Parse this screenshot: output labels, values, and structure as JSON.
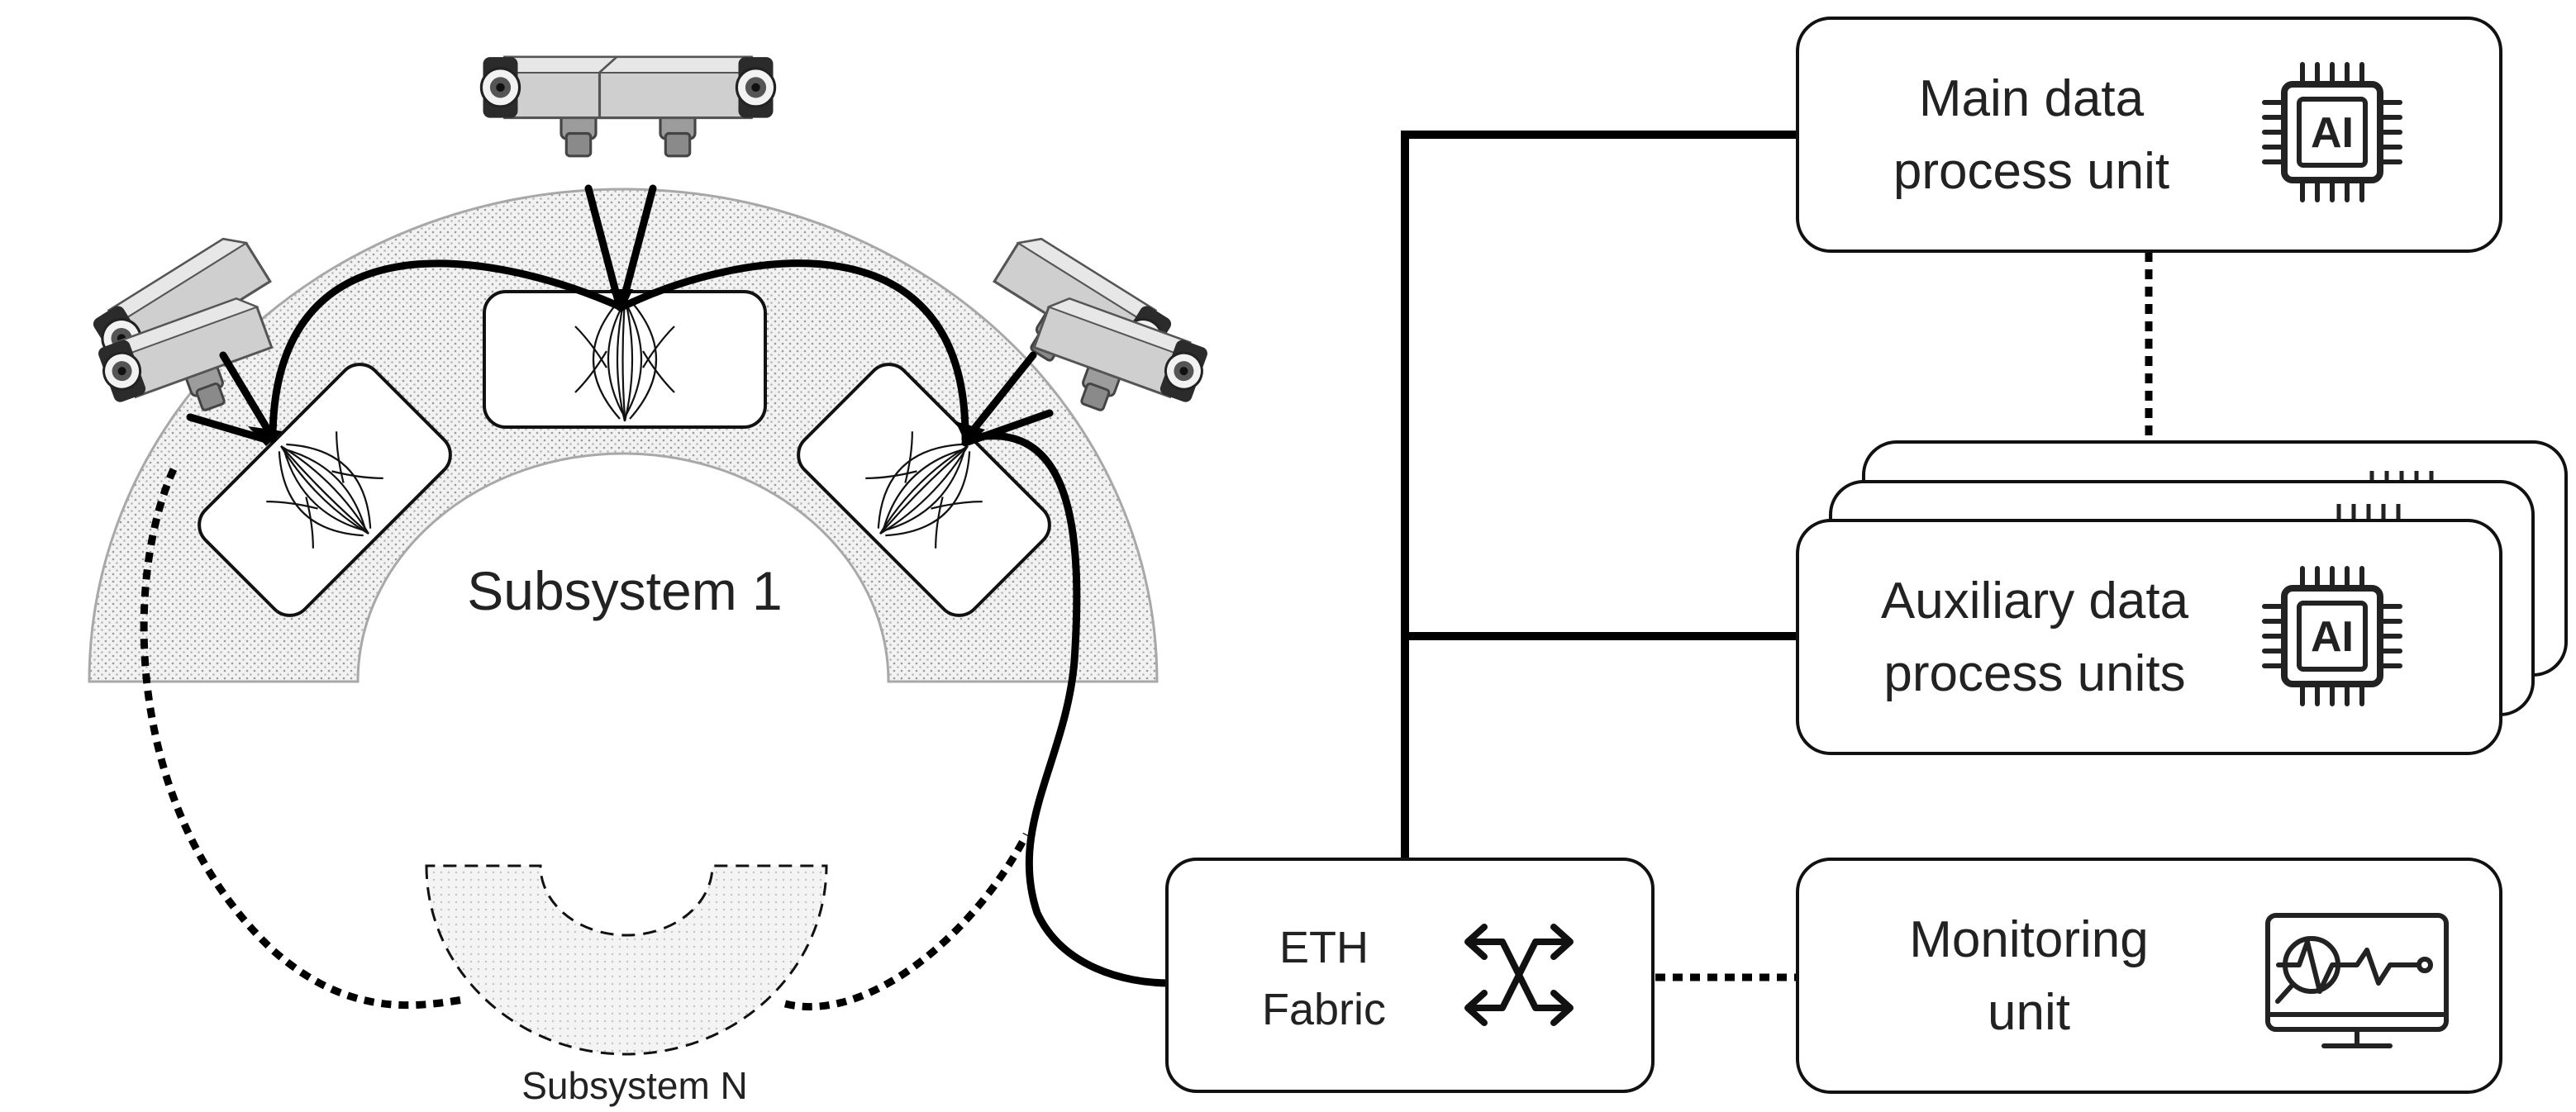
{
  "subsystem_1": {
    "label": "Subsystem 1"
  },
  "subsystem_n": {
    "label": "Subsystem N"
  },
  "main_unit": {
    "line1": "Main data",
    "line2": "process unit",
    "chip_text": "AI"
  },
  "aux_units": {
    "line1": "Auxiliary data",
    "line2": "process units",
    "chip_text": "AI"
  },
  "eth_fabric": {
    "line1": "ETH",
    "line2": "Fabric"
  },
  "monitoring_unit": {
    "line1": "Monitoring",
    "line2": "unit"
  },
  "icons": {
    "cameras": "security-camera-icon",
    "chip": "ai-chip-icon",
    "switch": "network-switch-icon",
    "monitor": "monitor-analytics-icon"
  },
  "colors": {
    "line": "#000000",
    "box_border": "#111111",
    "dotted_fill": "#e9e9e9",
    "text": "#222222"
  }
}
